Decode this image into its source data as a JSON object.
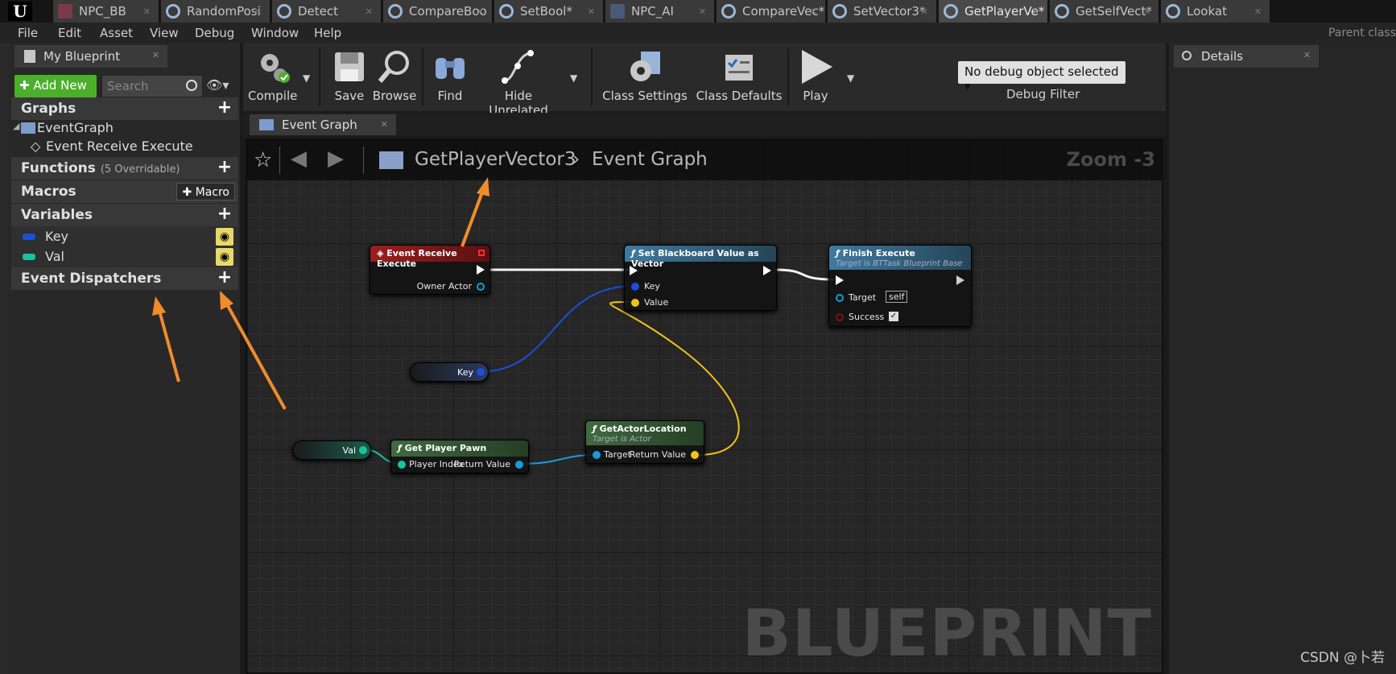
{
  "tabs": [
    {
      "label": "NPC_BB",
      "icon": "blackboard-icon"
    },
    {
      "label": "RandomPosi",
      "icon": "task-icon"
    },
    {
      "label": "Detect",
      "icon": "task-icon"
    },
    {
      "label": "CompareBoo",
      "icon": "task-icon"
    },
    {
      "label": "SetBool*",
      "icon": "task-icon"
    },
    {
      "label": "NPC_AI",
      "icon": "ai-icon"
    },
    {
      "label": "CompareVec*",
      "icon": "task-icon"
    },
    {
      "label": "SetVector3*",
      "icon": "task-icon"
    },
    {
      "label": "GetPlayerVe*",
      "icon": "task-icon"
    },
    {
      "label": "GetSelfVect*",
      "icon": "task-icon"
    },
    {
      "label": "Lookat",
      "icon": "task-icon"
    }
  ],
  "menu": [
    "File",
    "Edit",
    "Asset",
    "View",
    "Debug",
    "Window",
    "Help"
  ],
  "parent_class": "Parent class",
  "my_blueprint": {
    "tab_label": "My Blueprint",
    "add_new": "Add New",
    "search_placeholder": "Search",
    "graphs_label": "Graphs",
    "event_graph": "EventGraph",
    "event_item": "Event Receive Execute",
    "functions_label": "Functions",
    "functions_sub": "(5 Overridable)",
    "macros_label": "Macros",
    "macro_button": "Macro",
    "variables_label": "Variables",
    "variables": [
      {
        "name": "Key",
        "color": "#1c4fd8"
      },
      {
        "name": "Val",
        "color": "#19c49a"
      }
    ],
    "dispatchers_label": "Event Dispatchers"
  },
  "toolbar": {
    "compile": "Compile",
    "save": "Save",
    "browse": "Browse",
    "find": "Find",
    "hide_unrelated": "Hide Unrelated",
    "class_settings": "Class Settings",
    "class_defaults": "Class Defaults",
    "play": "Play",
    "debug_object": "No debug object selected",
    "debug_filter": "Debug Filter"
  },
  "graph_tab": "Event Graph",
  "breadcrumb": {
    "blueprint": "GetPlayerVector3",
    "graph": "Event Graph"
  },
  "zoom": "Zoom -3",
  "watermark": "BLUEPRINT",
  "nodes": {
    "event_receive": {
      "title": "Event Receive Execute",
      "pin_owner": "Owner Actor",
      "color": "#8c1a1a"
    },
    "set_bb": {
      "title": "Set Blackboard Value as Vector",
      "pin_key": "Key",
      "pin_value": "Value",
      "color": "#3a6a8a"
    },
    "finish": {
      "title": "Finish Execute",
      "subtitle": "Target is BTTask Blueprint Base",
      "pin_target": "Target",
      "target_default": "self",
      "pin_success": "Success",
      "color": "#3a6a8a"
    },
    "key_var": {
      "label": "Key"
    },
    "val_var": {
      "label": "Val"
    },
    "get_pawn": {
      "title": "Get Player Pawn",
      "pin_index": "Player Index",
      "pin_return": "Return Value",
      "color": "#3f6b3f"
    },
    "get_location": {
      "title": "GetActorLocation",
      "subtitle": "Target is Actor",
      "pin_target": "Target",
      "pin_return": "Return Value",
      "color": "#3f6b3f"
    }
  },
  "details_tab": "Details",
  "credit": "CSDN @卜若",
  "colors": {
    "exec": "#ffffff",
    "object": "#1a9bd8",
    "vector": "#f2c21a",
    "struct": "#1c4fd8",
    "annotation": "#f08c2c"
  }
}
